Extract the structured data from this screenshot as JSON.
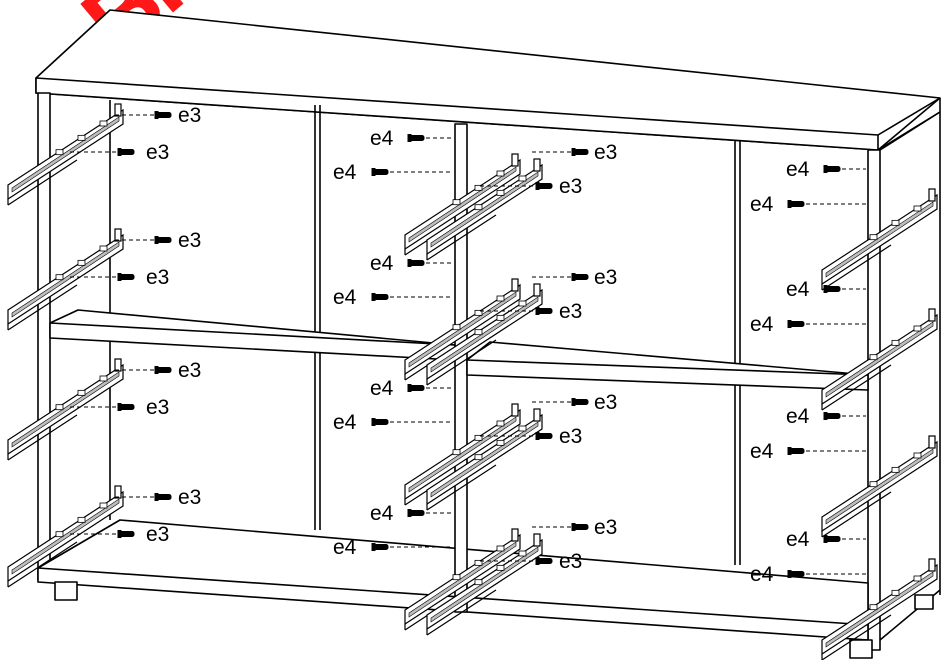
{
  "watermark": "BF",
  "labels": {
    "rail_screw": "e3",
    "cabinet_screw": "e4"
  },
  "colors": {
    "line": "#000000",
    "fill": "#ffffff",
    "rail_shade": "#bdbdbd",
    "watermark": "#ff0000"
  }
}
